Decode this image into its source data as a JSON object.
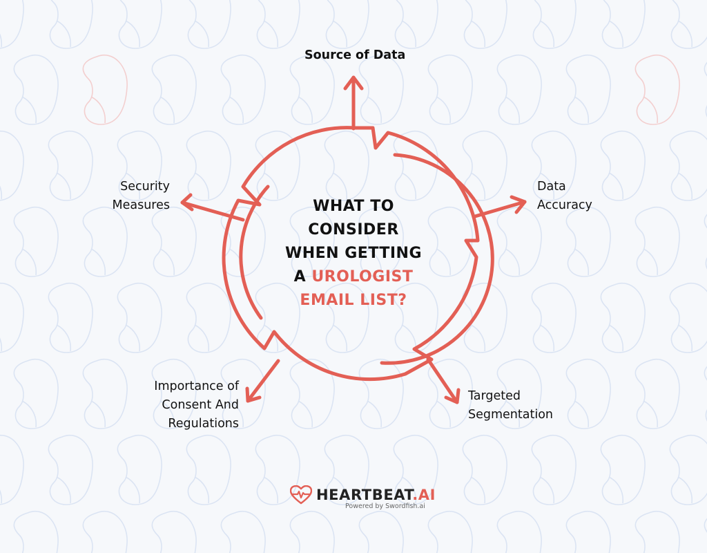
{
  "colors": {
    "accent": "#e35f55",
    "text": "#111111",
    "background": "#f6f8fb",
    "pattern": "#dbe4f3"
  },
  "center": {
    "lines": [
      "WHAT TO",
      "CONSIDER",
      "WHEN GETTING"
    ],
    "last_prefix": "A ",
    "highlight_1": "UROLOGIST",
    "highlight_2": "EMAIL LIST?"
  },
  "nodes": {
    "source": "Source of Data",
    "accuracy": [
      "Data",
      "Accuracy"
    ],
    "segmentation": [
      "Targeted",
      "Segmentation"
    ],
    "consent": [
      "Importance of",
      "Consent And",
      "Regulations"
    ],
    "security": [
      "Security",
      "Measures"
    ]
  },
  "brand": {
    "name_main": "HEARTBEAT",
    "name_suffix": ".AI",
    "tagline": "Powered by Swordfish.ai",
    "logo_icon": "heart-pulse-icon"
  }
}
